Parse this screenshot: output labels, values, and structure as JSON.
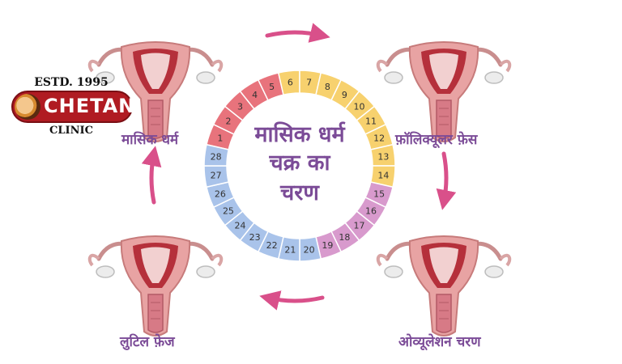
{
  "center_title_lines": [
    "मासिक धर्म",
    "चक्र का",
    "चरण"
  ],
  "phases": {
    "menstruation": "मासिक धर्म",
    "follicular": "फ़ॉलिक्यूलर फ़ेस",
    "ovulation": "ओव्यूलेशन चरण",
    "luteal": "लुटिल फ़ेज"
  },
  "cycle_days": [
    "1",
    "2",
    "3",
    "4",
    "5",
    "6",
    "7",
    "8",
    "9",
    "10",
    "11",
    "12",
    "13",
    "14",
    "15",
    "16",
    "17",
    "18",
    "19",
    "20",
    "21",
    "22",
    "23",
    "24",
    "25",
    "26",
    "27",
    "28"
  ],
  "segment_colors": {
    "menstruation": "#e8737c",
    "follicular": "#f7d16e",
    "ovulation": "#d89acd",
    "luteal": "#a9c3ea"
  },
  "arrow_color": "#d9508a",
  "label_color": "#7b4b97",
  "logo": {
    "estd": "ESTD. 1995",
    "name": "CHETAN",
    "subtitle": "CLINIC"
  }
}
